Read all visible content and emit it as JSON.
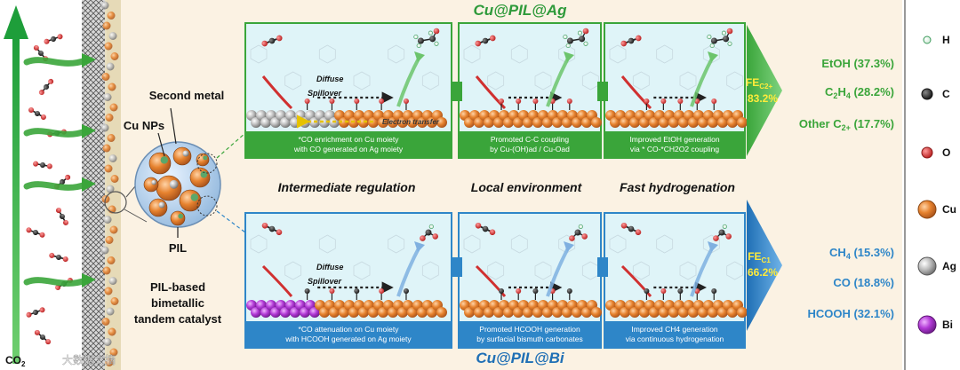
{
  "left": {
    "co2_label": "CO",
    "co2_sub": "2",
    "second_metal": "Second metal",
    "cu_nps": "Cu NPs",
    "pil": "PIL",
    "catalyst_lines": [
      "PIL-based",
      "bimetallic",
      "tandem catalyst"
    ]
  },
  "top": {
    "title": "Cu@PIL@Ag",
    "fe_label": "FE",
    "fe_sub": "C2+",
    "fe_value": "83.2%",
    "inline_labels": {
      "diffuse": "Diffuse",
      "spillover": "Spillover",
      "electron": "Electron transfer"
    },
    "captions": [
      [
        "*CO enrichment on Cu moiety",
        "with CO generated on Ag moiety"
      ],
      [
        "Promoted C-C coupling",
        "by Cu-(OH)ad / Cu-Oad"
      ],
      [
        "Improved EtOH generation",
        "via * CO-*CH2O2 coupling"
      ]
    ],
    "products": [
      {
        "name": "EtOH",
        "sub": "",
        "value": "(37.3%)"
      },
      {
        "name": "C",
        "sub": "2",
        "name2": "H",
        "sub2": "4",
        "value": "(28.2%)"
      },
      {
        "name": "Other C",
        "sub": "2+",
        "value": "(17.7%)"
      }
    ]
  },
  "middle": {
    "labels": [
      "Intermediate regulation",
      "Local environment",
      "Fast hydrogenation"
    ]
  },
  "bottom": {
    "title": "Cu@PIL@Bi",
    "fe_label": "FE",
    "fe_sub": "C1",
    "fe_value": "66.2%",
    "inline_labels": {
      "diffuse": "Diffuse",
      "spillover": "Spillover"
    },
    "captions": [
      [
        "*CO attenuation on Cu moiety",
        "with HCOOH generated on Ag moiety"
      ],
      [
        "Promoted HCOOH generation",
        "by surfacial bismuth carbonates"
      ],
      [
        "Improved CH4 generation",
        "via continuous hydrogenation"
      ]
    ],
    "products": [
      {
        "name": "CH",
        "sub": "4",
        "value": "(15.3%)"
      },
      {
        "name": "CO",
        "sub": "",
        "value": "(18.8%)"
      },
      {
        "name": "HCOOH",
        "sub": "",
        "value": "(32.1%)"
      }
    ]
  },
  "legend": [
    {
      "label": "H",
      "color": "#ffffff",
      "stroke": "#3a9a5a"
    },
    {
      "label": "C",
      "color": "#333333",
      "stroke": "#111111"
    },
    {
      "label": "O",
      "color": "#e53935",
      "stroke": "#8b1a1a"
    },
    {
      "label": "Cu",
      "color": "#e6822e",
      "stroke": "#8a4510"
    },
    {
      "label": "Ag",
      "color": "#bdbdbd",
      "stroke": "#555555"
    },
    {
      "label": "Bi",
      "color": "#b23ad6",
      "stroke": "#5a1470"
    }
  ],
  "watermark": "大数据文摘",
  "colors": {
    "green": "#3aa53a",
    "blue": "#2e86c8",
    "fe_text": "#ffeb3b"
  }
}
